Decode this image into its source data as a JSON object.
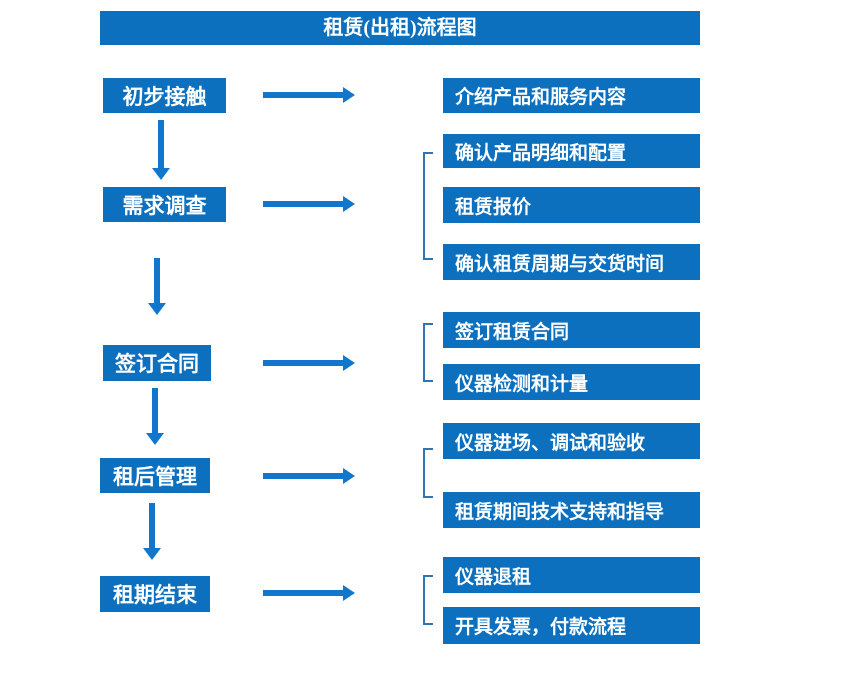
{
  "title": "租赁(出租)流程图",
  "colors": {
    "box_blue": "#0C70BE",
    "arrow_blue": "#1277CC",
    "bracket_blue": "#2E75B6",
    "text_white": "#FFFFFF"
  },
  "steps": [
    {
      "label": "初步接触",
      "details": [
        "介绍产品和服务内容"
      ]
    },
    {
      "label": "需求调查",
      "details": [
        "确认产品明细和配置",
        "租赁报价",
        "确认租赁周期与交货时间"
      ]
    },
    {
      "label": "签订合同",
      "details": [
        "签订租赁合同",
        "仪器检测和计量"
      ]
    },
    {
      "label": "租后管理",
      "details": [
        "仪器进场、调试和验收",
        "租赁期间技术支持和指导"
      ]
    },
    {
      "label": "租期结束",
      "details": [
        "仪器退租",
        "开具发票，付款流程"
      ]
    }
  ]
}
